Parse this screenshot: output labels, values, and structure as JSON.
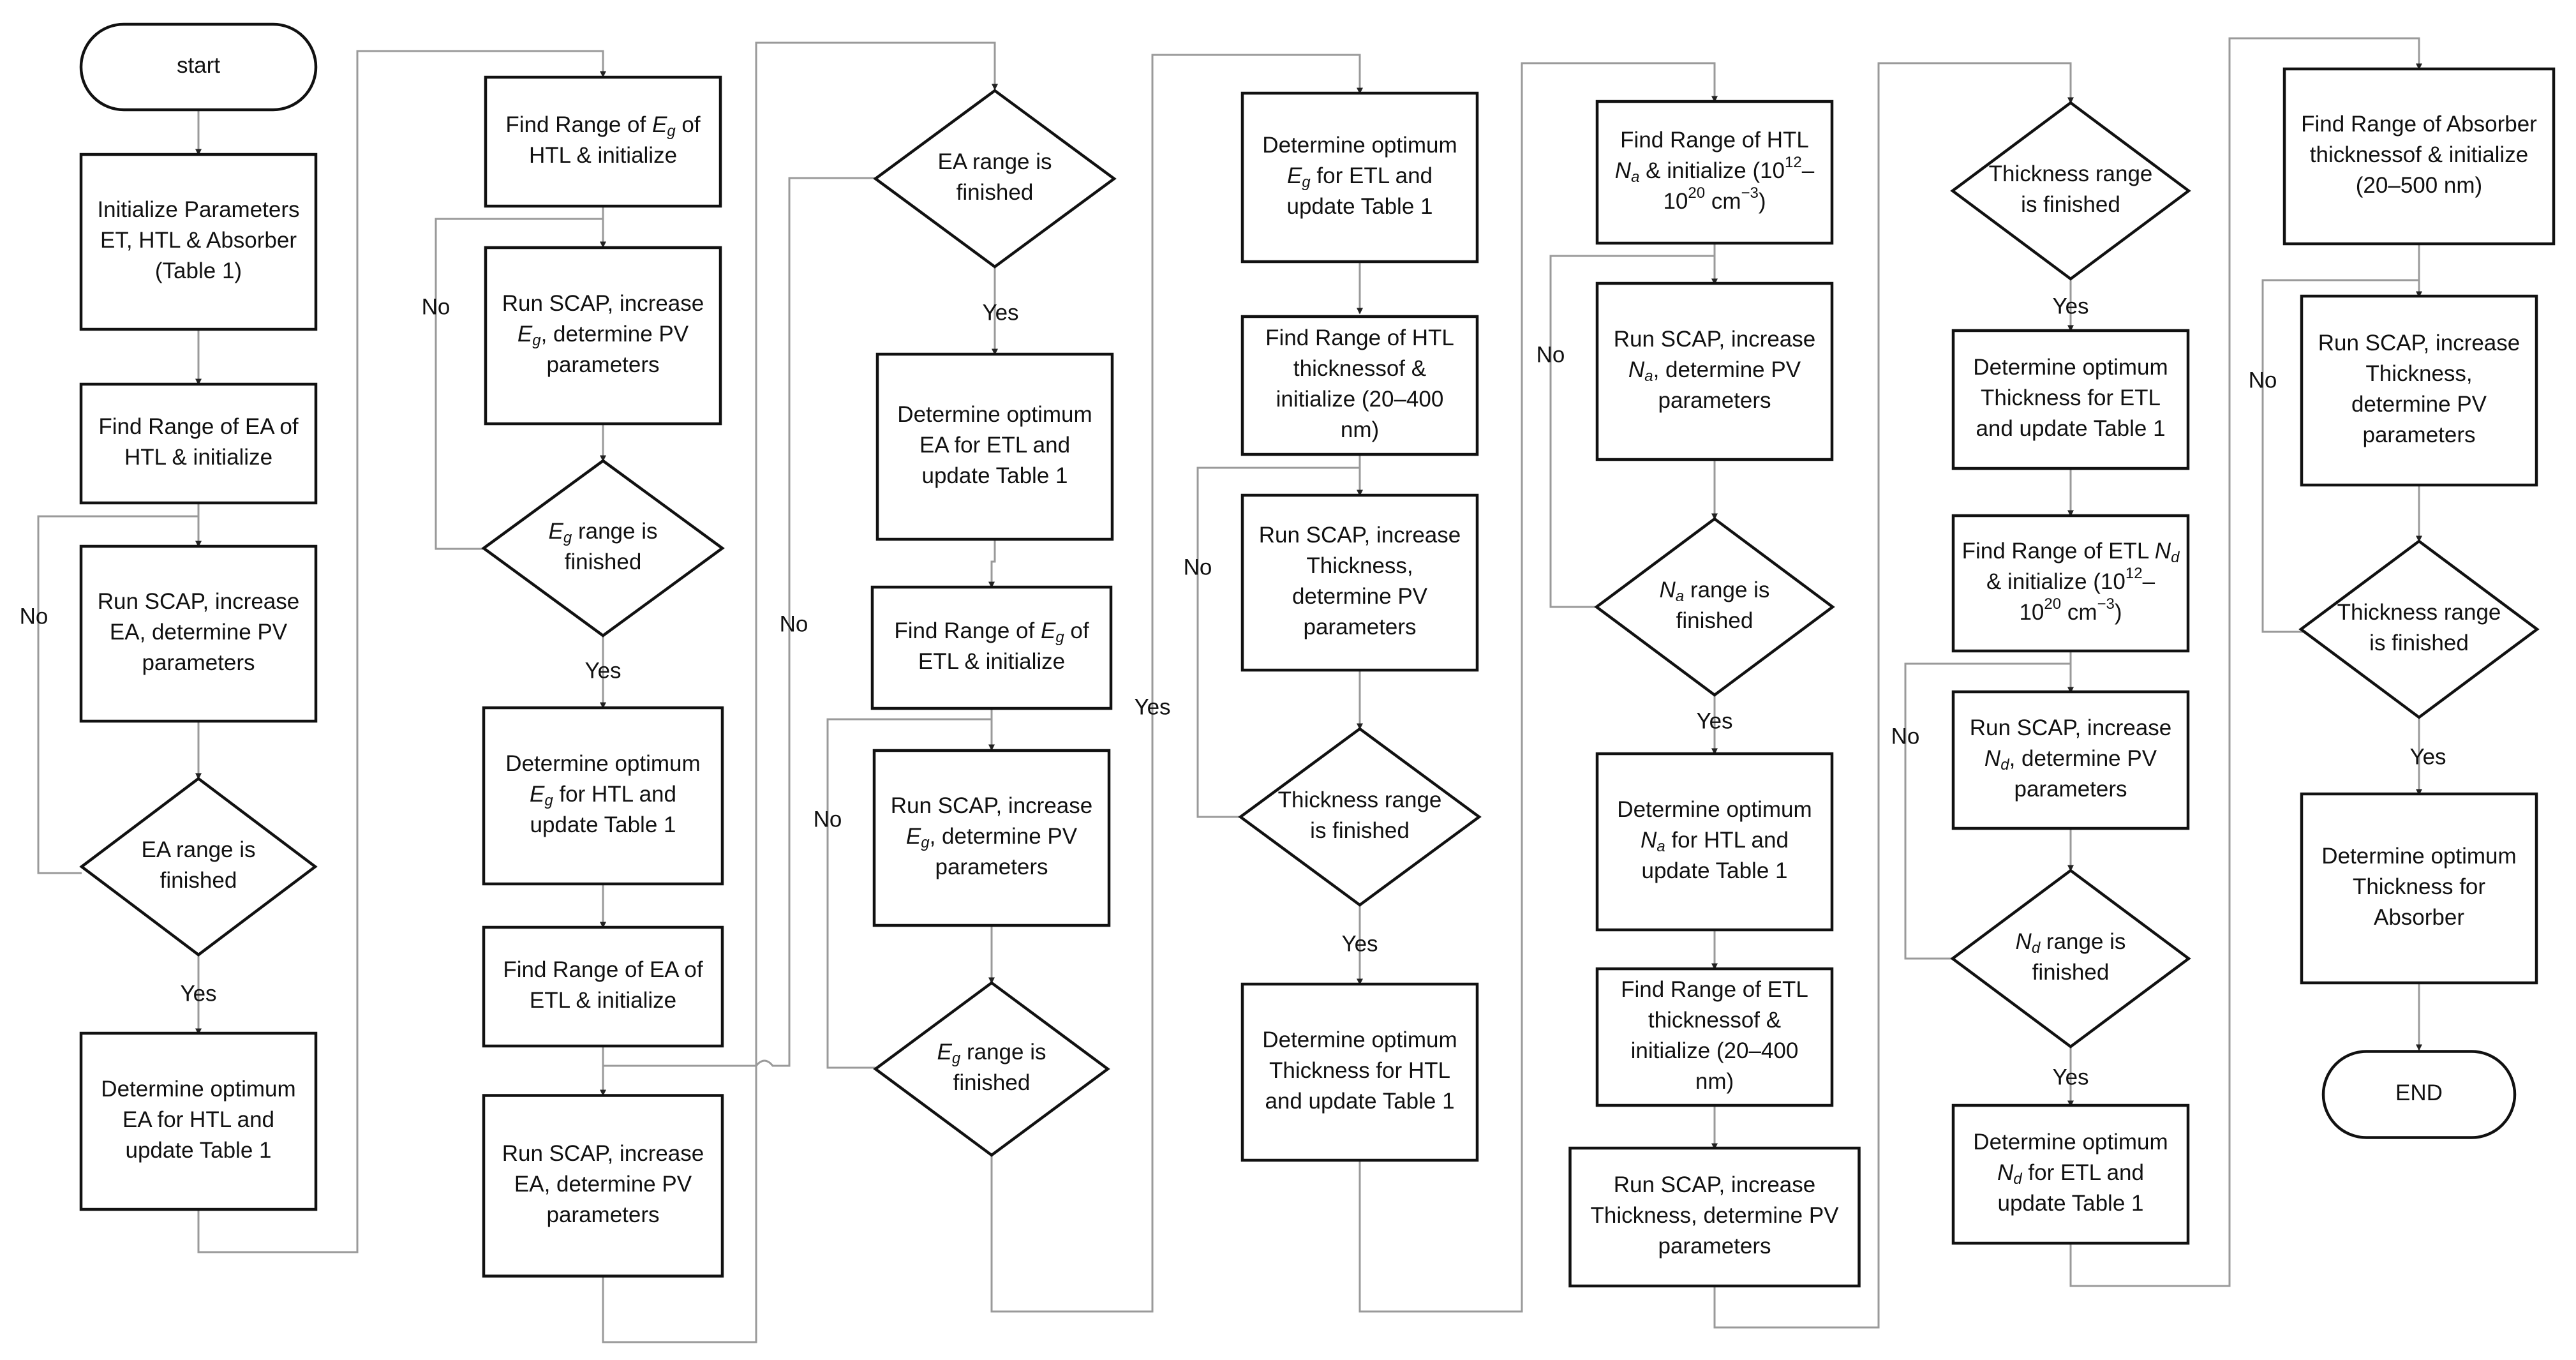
{
  "diagram": {
    "nodes": [
      {
        "id": "n_start",
        "shape": "terminal",
        "lines": [
          [
            {
              "t": "start"
            }
          ]
        ]
      },
      {
        "id": "n_init",
        "shape": "process",
        "lines": [
          [
            {
              "t": "Initialize Parameters"
            }
          ],
          [
            {
              "t": "ET, HTL & Absorber"
            }
          ],
          [
            {
              "t": "(Table 1)"
            }
          ]
        ]
      },
      {
        "id": "n_range_ea_htl",
        "shape": "process",
        "lines": [
          [
            {
              "t": "Find Range of EA of"
            }
          ],
          [
            {
              "t": "HTL & initialize"
            }
          ]
        ]
      },
      {
        "id": "n_run_ea_htl",
        "shape": "process",
        "lines": [
          [
            {
              "t": "Run SCAP, increase"
            }
          ],
          [
            {
              "t": "EA, determine PV"
            }
          ],
          [
            {
              "t": "parameters"
            }
          ]
        ]
      },
      {
        "id": "n_dec_ea_htl",
        "shape": "decision",
        "lines": [
          [
            {
              "t": "EA range is"
            }
          ],
          [
            {
              "t": "finished"
            }
          ]
        ]
      },
      {
        "id": "n_opt_ea_htl",
        "shape": "process",
        "lines": [
          [
            {
              "t": "Determine optimum"
            }
          ],
          [
            {
              "t": "EA for HTL and"
            }
          ],
          [
            {
              "t": "update Table 1"
            }
          ]
        ]
      },
      {
        "id": "n_range_eg_htl",
        "shape": "process",
        "lines": [
          [
            {
              "t": "Find Range of "
            },
            {
              "t": "E",
              "i": true
            },
            {
              "t": "g",
              "i": true,
              "sub": true
            },
            {
              "t": " of"
            }
          ],
          [
            {
              "t": "HTL & initialize"
            }
          ]
        ]
      },
      {
        "id": "n_run_eg_htl",
        "shape": "process",
        "lines": [
          [
            {
              "t": "Run SCAP, increase"
            }
          ],
          [
            {
              "t": "E",
              "i": true
            },
            {
              "t": "g",
              "i": true,
              "sub": true
            },
            {
              "t": ", determine PV"
            }
          ],
          [
            {
              "t": "parameters"
            }
          ]
        ]
      },
      {
        "id": "n_dec_eg_htl",
        "shape": "decision",
        "lines": [
          [
            {
              "t": "E",
              "i": true
            },
            {
              "t": "g",
              "i": true,
              "sub": true
            },
            {
              "t": " range is"
            }
          ],
          [
            {
              "t": "finished"
            }
          ]
        ]
      },
      {
        "id": "n_opt_eg_htl",
        "shape": "process",
        "lines": [
          [
            {
              "t": "Determine optimum"
            }
          ],
          [
            {
              "t": "E",
              "i": true
            },
            {
              "t": "g",
              "i": true,
              "sub": true
            },
            {
              "t": " for HTL and"
            }
          ],
          [
            {
              "t": "update Table 1"
            }
          ]
        ]
      },
      {
        "id": "n_range_ea_etl",
        "shape": "process",
        "lines": [
          [
            {
              "t": "Find Range of EA of"
            }
          ],
          [
            {
              "t": "ETL & initialize"
            }
          ]
        ]
      },
      {
        "id": "n_run_ea_etl",
        "shape": "process",
        "lines": [
          [
            {
              "t": "Run SCAP, increase"
            }
          ],
          [
            {
              "t": "EA, determine PV"
            }
          ],
          [
            {
              "t": "parameters"
            }
          ]
        ]
      },
      {
        "id": "n_dec_ea_etl",
        "shape": "decision",
        "lines": [
          [
            {
              "t": "EA range is"
            }
          ],
          [
            {
              "t": "finished"
            }
          ]
        ]
      },
      {
        "id": "n_opt_ea_etl",
        "shape": "process",
        "lines": [
          [
            {
              "t": "Determine optimum"
            }
          ],
          [
            {
              "t": "EA for ETL and"
            }
          ],
          [
            {
              "t": "update Table 1"
            }
          ]
        ]
      },
      {
        "id": "n_range_eg_etl",
        "shape": "process",
        "lines": [
          [
            {
              "t": "Find Range of "
            },
            {
              "t": "E",
              "i": true
            },
            {
              "t": "g",
              "i": true,
              "sub": true
            },
            {
              "t": " of"
            }
          ],
          [
            {
              "t": "ETL & initialize"
            }
          ]
        ]
      },
      {
        "id": "n_run_eg_etl",
        "shape": "process",
        "lines": [
          [
            {
              "t": "Run SCAP, increase"
            }
          ],
          [
            {
              "t": "E",
              "i": true
            },
            {
              "t": "g",
              "i": true,
              "sub": true
            },
            {
              "t": ", determine PV"
            }
          ],
          [
            {
              "t": "parameters"
            }
          ]
        ]
      },
      {
        "id": "n_dec_eg_etl",
        "shape": "decision",
        "lines": [
          [
            {
              "t": "E",
              "i": true
            },
            {
              "t": "g",
              "i": true,
              "sub": true
            },
            {
              "t": " range is"
            }
          ],
          [
            {
              "t": "finished"
            }
          ]
        ]
      },
      {
        "id": "n_opt_eg_etl",
        "shape": "process",
        "lines": [
          [
            {
              "t": "Determine optimum"
            }
          ],
          [
            {
              "t": "E",
              "i": true
            },
            {
              "t": "g",
              "i": true,
              "sub": true
            },
            {
              "t": " for ETL and"
            }
          ],
          [
            {
              "t": "update Table 1"
            }
          ]
        ]
      },
      {
        "id": "n_range_th_htl",
        "shape": "process",
        "lines": [
          [
            {
              "t": "Find Range of HTL"
            }
          ],
          [
            {
              "t": "thicknessof &"
            }
          ],
          [
            {
              "t": "initialize (20–400"
            }
          ],
          [
            {
              "t": "nm)"
            }
          ]
        ]
      },
      {
        "id": "n_run_th_htl",
        "shape": "process",
        "lines": [
          [
            {
              "t": "Run SCAP, increase"
            }
          ],
          [
            {
              "t": "Thickness,"
            }
          ],
          [
            {
              "t": "determine PV"
            }
          ],
          [
            {
              "t": "parameters"
            }
          ]
        ]
      },
      {
        "id": "n_dec_th_htl",
        "shape": "decision",
        "lines": [
          [
            {
              "t": "Thickness range"
            }
          ],
          [
            {
              "t": "is finished"
            }
          ]
        ]
      },
      {
        "id": "n_opt_th_htl",
        "shape": "process",
        "lines": [
          [
            {
              "t": "Determine optimum"
            }
          ],
          [
            {
              "t": "Thickness for HTL"
            }
          ],
          [
            {
              "t": "and update Table 1"
            }
          ]
        ]
      },
      {
        "id": "n_range_na_htl",
        "shape": "process",
        "lines": [
          [
            {
              "t": "Find Range of HTL"
            }
          ],
          [
            {
              "t": "N",
              "i": true
            },
            {
              "t": "a",
              "i": true,
              "sub": true
            },
            {
              "t": " & initialize (10"
            },
            {
              "t": "12",
              "sup": true
            },
            {
              "t": "–"
            }
          ],
          [
            {
              "t": "10"
            },
            {
              "t": "20",
              "sup": true
            },
            {
              "t": " cm"
            },
            {
              "t": "−3",
              "sup": true
            },
            {
              "t": ")"
            }
          ]
        ]
      },
      {
        "id": "n_run_na_htl",
        "shape": "process",
        "lines": [
          [
            {
              "t": "Run SCAP, increase"
            }
          ],
          [
            {
              "t": "N",
              "i": true
            },
            {
              "t": "a",
              "i": true,
              "sub": true
            },
            {
              "t": ", determine PV"
            }
          ],
          [
            {
              "t": "parameters"
            }
          ]
        ]
      },
      {
        "id": "n_dec_na_htl",
        "shape": "decision",
        "lines": [
          [
            {
              "t": "N",
              "i": true
            },
            {
              "t": "a",
              "i": true,
              "sub": true
            },
            {
              "t": " range is"
            }
          ],
          [
            {
              "t": "finished"
            }
          ]
        ]
      },
      {
        "id": "n_opt_na_htl",
        "shape": "process",
        "lines": [
          [
            {
              "t": "Determine optimum"
            }
          ],
          [
            {
              "t": "N",
              "i": true
            },
            {
              "t": "a",
              "i": true,
              "sub": true
            },
            {
              "t": " for HTL and"
            }
          ],
          [
            {
              "t": "update Table 1"
            }
          ]
        ]
      },
      {
        "id": "n_range_th_etl",
        "shape": "process",
        "lines": [
          [
            {
              "t": "Find Range of ETL"
            }
          ],
          [
            {
              "t": "thicknessof &"
            }
          ],
          [
            {
              "t": "initialize (20–400"
            }
          ],
          [
            {
              "t": "nm)"
            }
          ]
        ]
      },
      {
        "id": "n_run_th_etl",
        "shape": "process",
        "lines": [
          [
            {
              "t": "Run SCAP, increase"
            }
          ],
          [
            {
              "t": "Thickness, determine PV"
            }
          ],
          [
            {
              "t": "parameters"
            }
          ]
        ]
      },
      {
        "id": "n_dec_th_etl",
        "shape": "decision",
        "lines": [
          [
            {
              "t": "Thickness range"
            }
          ],
          [
            {
              "t": "is finished"
            }
          ]
        ]
      },
      {
        "id": "n_opt_th_etl",
        "shape": "process",
        "lines": [
          [
            {
              "t": "Determine optimum"
            }
          ],
          [
            {
              "t": "Thickness for ETL"
            }
          ],
          [
            {
              "t": "and update Table 1"
            }
          ]
        ]
      },
      {
        "id": "n_range_nd_etl",
        "shape": "process",
        "lines": [
          [
            {
              "t": "Find Range of ETL "
            },
            {
              "t": "N",
              "i": true
            },
            {
              "t": "d",
              "i": true,
              "sub": true
            }
          ],
          [
            {
              "t": "& initialize (10"
            },
            {
              "t": "12",
              "sup": true
            },
            {
              "t": "–"
            }
          ],
          [
            {
              "t": "10"
            },
            {
              "t": "20",
              "sup": true
            },
            {
              "t": " cm"
            },
            {
              "t": "−3",
              "sup": true
            },
            {
              "t": ")"
            }
          ]
        ]
      },
      {
        "id": "n_run_nd_etl",
        "shape": "process",
        "lines": [
          [
            {
              "t": "Run SCAP, increase"
            }
          ],
          [
            {
              "t": "N",
              "i": true
            },
            {
              "t": "d",
              "i": true,
              "sub": true
            },
            {
              "t": ", determine PV"
            }
          ],
          [
            {
              "t": "parameters"
            }
          ]
        ]
      },
      {
        "id": "n_dec_nd_etl",
        "shape": "decision",
        "lines": [
          [
            {
              "t": "N",
              "i": true
            },
            {
              "t": "d",
              "i": true,
              "sub": true
            },
            {
              "t": " range is"
            }
          ],
          [
            {
              "t": "finished"
            }
          ]
        ]
      },
      {
        "id": "n_opt_nd_etl",
        "shape": "process",
        "lines": [
          [
            {
              "t": "Determine optimum"
            }
          ],
          [
            {
              "t": "N",
              "i": true
            },
            {
              "t": "d",
              "i": true,
              "sub": true
            },
            {
              "t": " for ETL and"
            }
          ],
          [
            {
              "t": "update Table 1"
            }
          ]
        ]
      },
      {
        "id": "n_range_th_abs",
        "shape": "process",
        "lines": [
          [
            {
              "t": "Find Range of Absorber"
            }
          ],
          [
            {
              "t": "thicknessof & initialize"
            }
          ],
          [
            {
              "t": "(20–500 nm)"
            }
          ]
        ]
      },
      {
        "id": "n_run_th_abs",
        "shape": "process",
        "lines": [
          [
            {
              "t": "Run SCAP, increase"
            }
          ],
          [
            {
              "t": "Thickness,"
            }
          ],
          [
            {
              "t": "determine PV"
            }
          ],
          [
            {
              "t": "parameters"
            }
          ]
        ]
      },
      {
        "id": "n_dec_th_abs",
        "shape": "decision",
        "lines": [
          [
            {
              "t": "Thickness range"
            }
          ],
          [
            {
              "t": "is finished"
            }
          ]
        ]
      },
      {
        "id": "n_opt_th_abs",
        "shape": "process",
        "lines": [
          [
            {
              "t": "Determine optimum"
            }
          ],
          [
            {
              "t": "Thickness for"
            }
          ],
          [
            {
              "t": "Absorber"
            }
          ]
        ]
      },
      {
        "id": "n_end",
        "shape": "terminal",
        "lines": [
          [
            {
              "t": "END"
            }
          ]
        ]
      }
    ],
    "edge_labels": {
      "yes": "Yes",
      "no": "No"
    }
  }
}
